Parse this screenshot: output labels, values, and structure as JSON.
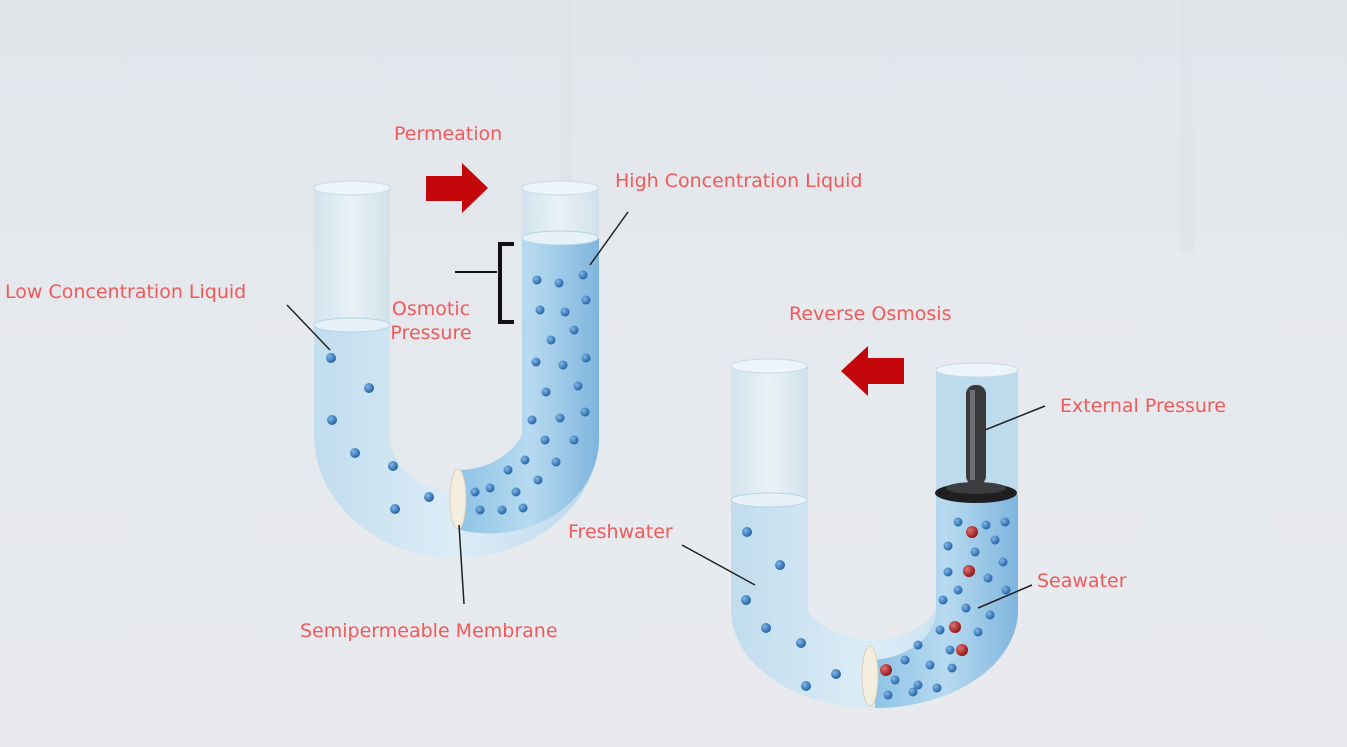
{
  "colors": {
    "label_text": "#f05a5a",
    "arrow_red": "#c4070b",
    "water_blue": "#7ab6df",
    "dot_blue": "#2f73b6",
    "dot_red": "#a51b1b",
    "background": "#e5e8ec"
  },
  "labels": {
    "permeation": "Permeation",
    "high_concentration": "High Concentration Liquid",
    "low_concentration": "Low Concentration Liquid",
    "osmotic_pressure_line1": "Osmotic",
    "osmotic_pressure_line2": "Pressure",
    "semipermeable_membrane": "Semipermeable Membrane",
    "reverse_osmosis": "Reverse Osmosis",
    "external_pressure": "External Pressure",
    "freshwater": "Freshwater",
    "seawater": "Seawater"
  },
  "icons": {
    "permeation_arrow": "arrow-right-icon",
    "reverse_arrow": "arrow-left-icon",
    "piston": "piston-icon"
  }
}
